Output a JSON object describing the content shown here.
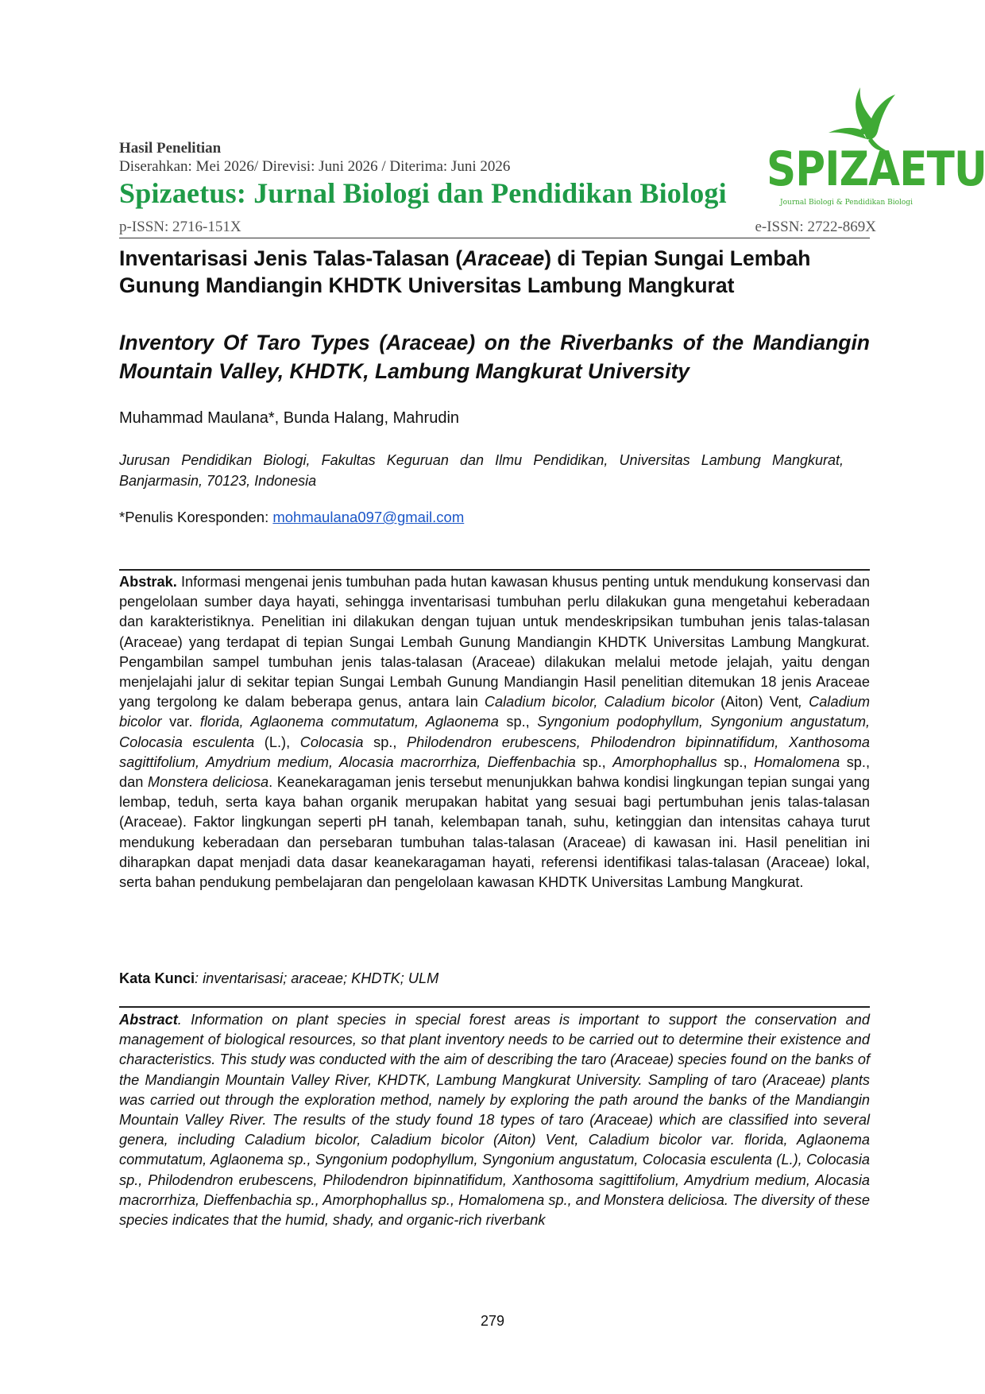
{
  "header": {
    "label": "Hasil Penelitian",
    "dates": "Diserahkan: Mei 2026/ Direvisi: Juni 2026 / Diterima: Juni 2026",
    "journal": "Spizaetus: Jurnal Biologi dan Pendidikan Biologi",
    "p_issn": "p-ISSN: 2716-151X",
    "e_issn": "e-ISSN: 2722-869X"
  },
  "logo": {
    "word": "SPIZAETUS",
    "subtitle": "Journal Biologi & Pendidikan Biologi",
    "color": "#3faa35",
    "icon": "eagle-icon"
  },
  "colors": {
    "journal_green": "#1e9b47",
    "link_blue": "#1a56c8"
  },
  "title_id": {
    "before": "Inventarisasi Jenis Talas-Talasan (",
    "italic": "Araceae",
    "after": ") di Tepian Sungai Lembah Gunung Mandiangin KHDTK Universitas Lambung Mangkurat"
  },
  "title_en": "Inventory Of Taro Types (Araceae) on the Riverbanks of the Mandiangin Mountain Valley, KHDTK, Lambung Mangkurat University",
  "authors": "Muhammad Maulana*, Bunda Halang, Mahrudin",
  "affiliation": "Jurusan Pendidikan Biologi, Fakultas Keguruan dan Ilmu Pendidikan, Universitas Lambung Mangkurat, Banjarmasin, 70123, Indonesia",
  "correspondent": {
    "label": "*Penulis Koresponden: ",
    "email": "mohmaulana097@gmail.com"
  },
  "abstrak": {
    "label": "Abstrak.",
    "p1": " Informasi mengenai jenis tumbuhan pada hutan kawasan khusus penting untuk mendukung konservasi dan pengelolaan sumber daya hayati, sehingga inventarisasi tumbuhan perlu dilakukan guna mengetahui keberadaan dan karakteristiknya. Penelitian ini dilakukan dengan tujuan untuk mendeskripsikan tumbuhan jenis talas-talasan (Araceae) yang terdapat di tepian Sungai Lembah Gunung Mandiangin KHDTK Universitas Lambung Mangkurat. Pengambilan sampel tumbuhan jenis talas-talasan (Araceae) dilakukan melalui metode jelajah, yaitu dengan menjelajahi jalur di sekitar tepian Sungai Lembah Gunung Mandiangin Hasil penelitian ditemukan 18 jenis Araceae yang tergolong ke dalam beberapa genus, antara lain ",
    "s1": "Caladium bicolor, Caladium bicolor",
    "p2": " (Aiton) Vent",
    "s2": ", Caladium bicolor",
    "p3": " var. ",
    "s3": "florida, Aglaonema commutatum, Aglaonema",
    "p4": " sp., ",
    "s4": "Syngonium podophyllum, Syngonium angustatum, Colocasia esculenta",
    "p5": " (L.), ",
    "s5": "Colocasia",
    "p6": " sp., ",
    "s6": "Philodendron erubescens, Philodendron bipinnatifidum, Xanthosoma sagittifolium, Amydrium medium, Alocasia macrorrhiza, Dieffenbachia",
    "p7": " sp., ",
    "s7": "Amorphophallus",
    "p8": " sp., ",
    "s8": "Homalomena",
    "p9": " sp., dan ",
    "s9": "Monstera deliciosa",
    "p10": ". Keanekaragaman jenis tersebut menunjukkan bahwa kondisi lingkungan tepian sungai yang lembap, teduh, serta kaya bahan organik merupakan habitat yang sesuai bagi pertumbuhan jenis talas-talasan (Araceae). Faktor lingkungan seperti pH tanah, kelembapan tanah, suhu, ketinggian dan intensitas cahaya turut mendukung keberadaan dan persebaran tumbuhan talas-talasan (Araceae) di kawasan ini. Hasil penelitian ini diharapkan dapat menjadi data dasar keanekaragaman hayati, referensi identifikasi talas-talasan (Araceae) lokal, serta bahan pendukung pembelajaran dan pengelolaan kawasan KHDTK Universitas Lambung Mangkurat."
  },
  "keywords": {
    "label": "Kata Kunci",
    "value": ": inventarisasi; araceae; KHDTK; ULM"
  },
  "abstract_en": {
    "label": "Abstract",
    "text": ". Information on plant species in special forest areas is important to support the conservation and management of biological resources, so that plant inventory needs to be carried out to determine their existence and characteristics. This study was conducted with the aim of describing the taro (Araceae) species found on the banks of the Mandiangin Mountain Valley River, KHDTK, Lambung Mangkurat University. Sampling of taro (Araceae) plants was carried out through the exploration method, namely by exploring the path around the banks of the Mandiangin Mountain Valley River. The results of the study found 18 types of taro (Araceae) which are classified into several genera, including Caladium bicolor, Caladium bicolor (Aiton) Vent, Caladium bicolor var. florida, Aglaonema commutatum, Aglaonema sp., Syngonium podophyllum, Syngonium angustatum, Colocasia esculenta (L.), Colocasia sp., Philodendron erubescens, Philodendron bipinnatifidum, Xanthosoma sagittifolium, Amydrium medium, Alocasia macrorrhiza, Dieffenbachia sp., Amorphophallus sp., Homalomena sp., and Monstera deliciosa. The diversity of these species indicates that the humid, shady, and organic-rich riverbank"
  },
  "page_number": "279"
}
